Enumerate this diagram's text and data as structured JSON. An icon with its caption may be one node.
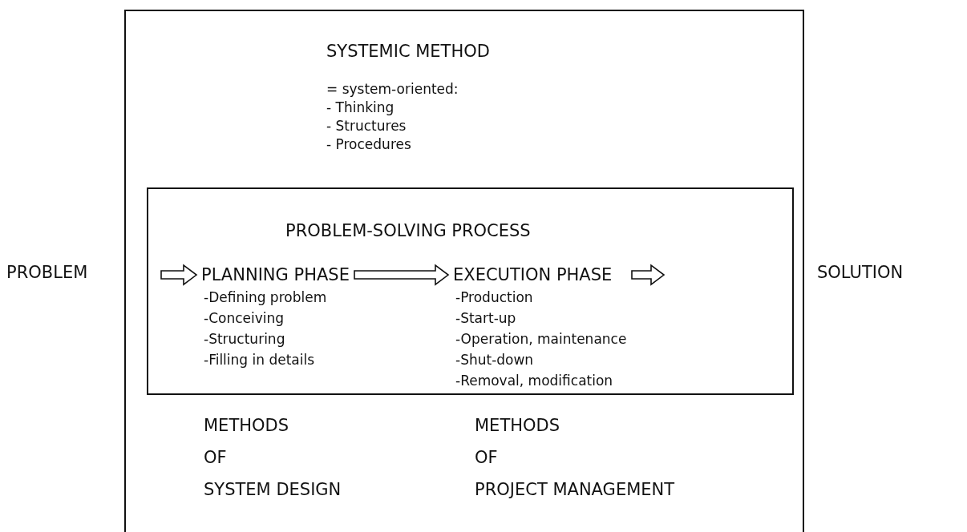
{
  "diagram": {
    "nodes": [
      {
        "text": [
          "SYSTEMIC METHOD",
          "= system-oriented:",
          "- Thinking",
          "- Structures",
          "- Procedures",
          "METHODS",
          "OF",
          "SYSTEM DESIGN",
          "METHODS",
          "OF",
          "PROJECT MANAGEMENT"
        ]
      },
      {
        "text": [
          "PROBLEM-SOLVING PROCESS"
        ],
        "in": 0
      },
      {
        "text": [
          "PLANNING PHASE",
          "-Defining problem",
          "-Conceiving",
          "-Structuring",
          "-Filling in details"
        ],
        "in": 1
      },
      {
        "text": [
          "EXECUTION PHASE",
          "-Production",
          "-Start-up",
          "-Operation, maintenance",
          "-Shut-down",
          "-Removal, modification"
        ],
        "in": 1
      }
    ],
    "edges": [
      {
        "from": null,
        "to": 2,
        "arrow": "to"
      },
      {
        "from": 2,
        "to": 3,
        "arrow": "to"
      },
      {
        "from": 3,
        "to": null,
        "arrow": "to"
      }
    ],
    "labels": [
      "PROBLEM",
      "SOLUTION"
    ]
  }
}
